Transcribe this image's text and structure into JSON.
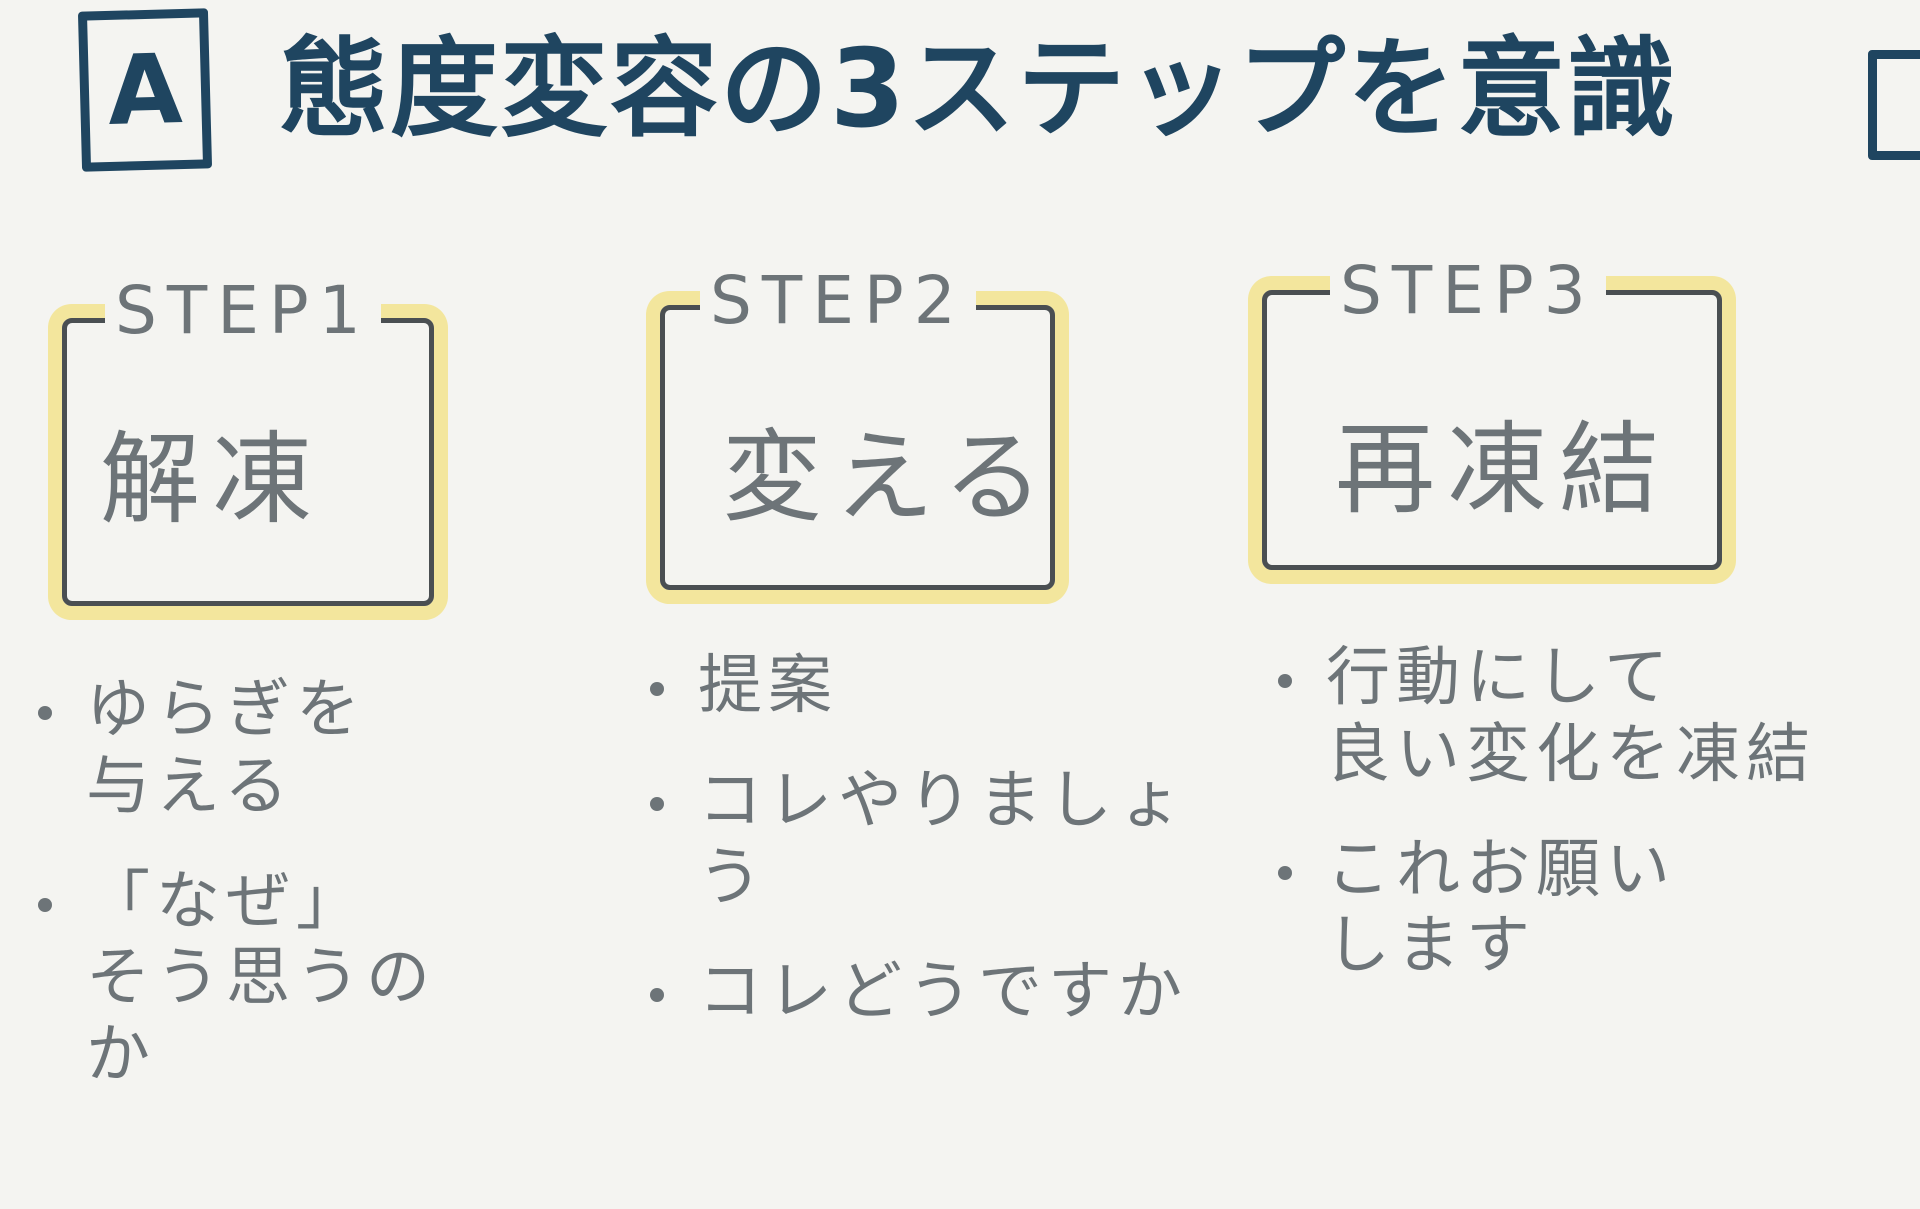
{
  "header": {
    "badge_letter": "A",
    "title": "態度変容の3ステップを意識"
  },
  "steps": [
    {
      "label": "STEP1",
      "word": "解凍",
      "bullets": [
        "ゆらぎを\n与える",
        "「なぜ」\nそう思うのか"
      ]
    },
    {
      "label": "STEP2",
      "word": "変える",
      "bullets": [
        "提案",
        "コレやりましょう",
        "コレどうですか"
      ]
    },
    {
      "label": "STEP3",
      "word": "再凍結",
      "bullets": [
        "行動にして\n良い変化を凍結",
        "これお願い\nします"
      ]
    }
  ],
  "colors": {
    "ink_dark": "#1f4560",
    "ink_gray": "#6d7478",
    "highlight": "#f3e69d",
    "background": "#f4f4f1"
  }
}
